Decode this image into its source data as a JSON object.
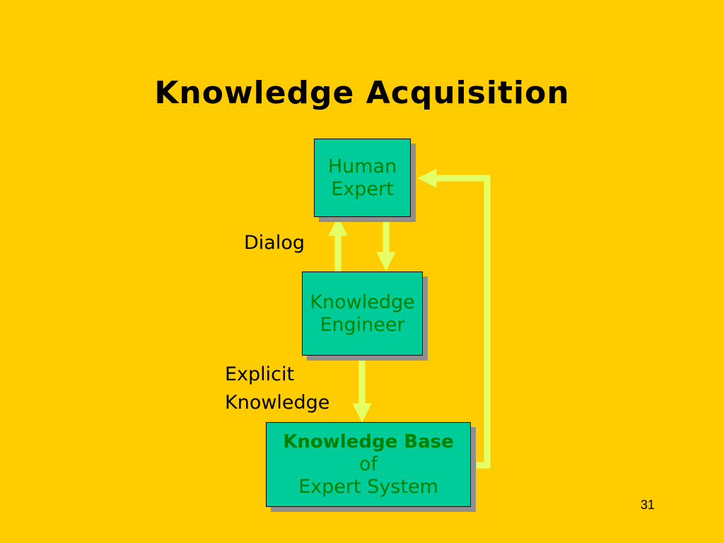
{
  "title": "Knowledge Acquisition",
  "nodes": {
    "human_expert": [
      "Human",
      "Expert"
    ],
    "knowledge_engineer": [
      "Knowledge",
      "Engineer"
    ],
    "knowledge_base": [
      "Knowledge Base",
      "of",
      "Expert System"
    ]
  },
  "edge_labels": {
    "dialog": "Dialog",
    "explicit_knowledge": [
      "Explicit",
      "Knowledge"
    ]
  },
  "page_number": "31",
  "colors": {
    "background": "#FFCC00",
    "box_fill": "#00CC99",
    "box_text": "#008000",
    "arrow": "#E5FF66"
  }
}
